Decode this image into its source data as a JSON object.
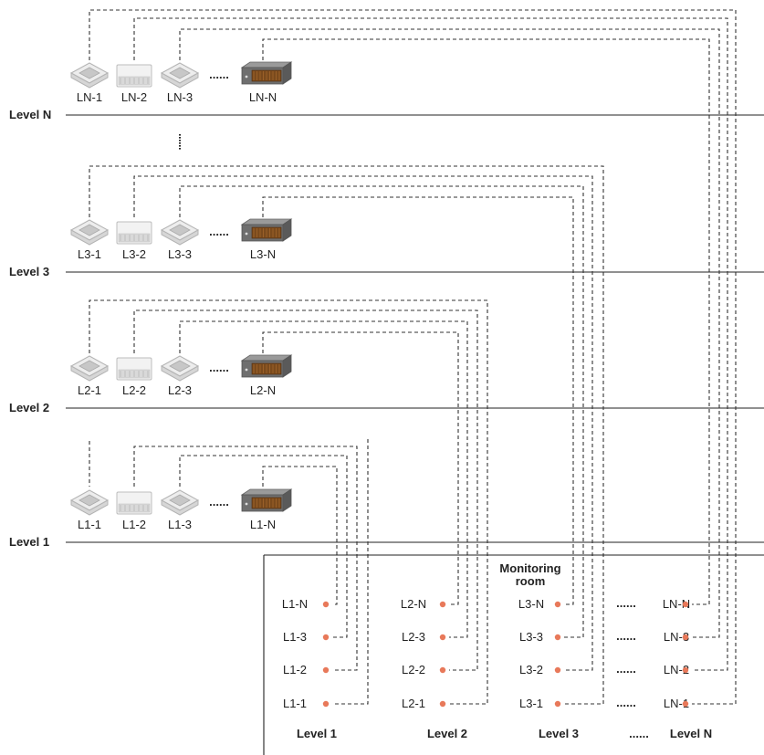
{
  "levels": [
    {
      "id": "N",
      "label": "Level N",
      "units": [
        "LN-1",
        "LN-2",
        "LN-3",
        "LN-N"
      ]
    },
    {
      "id": "3",
      "label": "Level 3",
      "units": [
        "L3-1",
        "L3-2",
        "L3-3",
        "L3-N"
      ]
    },
    {
      "id": "2",
      "label": "Level 2",
      "units": [
        "L2-1",
        "L2-2",
        "L2-3",
        "L2-N"
      ]
    },
    {
      "id": "1",
      "label": "Level 1",
      "units": [
        "L1-1",
        "L1-2",
        "L1-3",
        "L1-N"
      ]
    }
  ],
  "unit_types": [
    "cassette",
    "wall",
    "cassette",
    "duct"
  ],
  "ellipsis": "......",
  "monitoring_room": {
    "title": [
      "Monitoring",
      "room"
    ],
    "columns": [
      {
        "label": "Level 1",
        "terminals": [
          "L1-N",
          "L1-3",
          "L1-2",
          "L1-1"
        ]
      },
      {
        "label": "Level 2",
        "terminals": [
          "L2-N",
          "L2-3",
          "L2-2",
          "L2-1"
        ]
      },
      {
        "label": "Level 3",
        "terminals": [
          "L3-N",
          "L3-3",
          "L3-2",
          "L3-1"
        ]
      },
      {
        "label": "Level N",
        "terminals": [
          "LN-N",
          "LN-3",
          "LN-2",
          "LN-1"
        ]
      }
    ]
  },
  "colors": {
    "line": "#222222",
    "terminal_dot": "#e8795a",
    "unit_body": "#e4e4e4",
    "duct_body": "#6f6f6f",
    "duct_grille": "#7a4a1d"
  }
}
